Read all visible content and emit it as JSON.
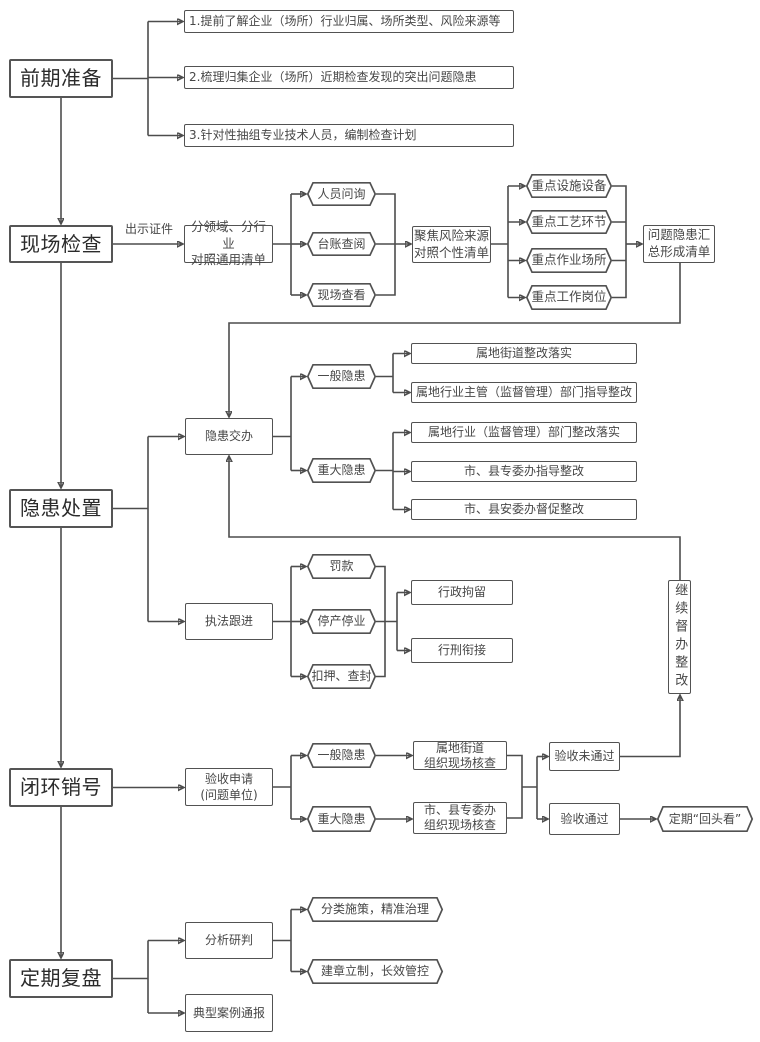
{
  "stages": {
    "preparation": {
      "label": "前期准备",
      "tasks": [
        "1.提前了解企业（场所）行业归属、场所类型、风险来源等",
        "2.梳理归集企业（场所）近期检查发现的突出问题隐患",
        "3.针对性抽组专业技术人员，编制检查计划"
      ]
    },
    "onsite_inspection": {
      "label": "现场检查",
      "edge_label": "出示证件",
      "general_checklist": "分领域、分行业\n对照通用清单",
      "methods": [
        "人员问询",
        "台账查阅",
        "现场查看"
      ],
      "focused_checklist": "聚焦风险来源\n对照个性清单",
      "focus_points": [
        "重点设施设备",
        "重点工艺环节",
        "重点作业场所",
        "重点工作岗位"
      ],
      "summary": "问题隐患汇\n总形成清单"
    },
    "hazard_handling": {
      "label": "隐患处置",
      "assignment": {
        "label": "隐患交办",
        "general": {
          "label": "一般隐患",
          "actions": [
            "属地街道整改落实",
            "属地行业主管（监督管理）部门指导整改"
          ]
        },
        "major": {
          "label": "重大隐患",
          "actions": [
            "属地行业（监督管理）部门整改落实",
            "市、县专委办指导整改",
            "市、县安委办督促整改"
          ]
        }
      },
      "enforcement": {
        "label": "执法跟进",
        "measures": [
          "罚款",
          "停产停业",
          "扣押、查封"
        ],
        "escalations": [
          "行政拘留",
          "行刑衔接"
        ]
      },
      "continued_supervision": "继续督办整改"
    },
    "closure": {
      "label": "闭环销号",
      "application": "验收申请\n(问题单位)",
      "general": {
        "label": "一般隐患",
        "verification": "属地街道\n组织现场核查"
      },
      "major": {
        "label": "重大隐患",
        "verification": "市、县专委办\n组织现场核查"
      },
      "failed": "验收未通过",
      "passed": "验收通过",
      "follow_up": "定期“回头看”"
    },
    "periodic_review": {
      "label": "定期复盘",
      "analysis": "分析研判",
      "outcomes": [
        "分类施策，精准治理",
        "建章立制，长效管控"
      ],
      "case_notice": "典型案例通报"
    }
  },
  "colors": {
    "line": "#4d4d4d",
    "border": "#525252",
    "text": "#474747",
    "background": "#ffffff"
  }
}
